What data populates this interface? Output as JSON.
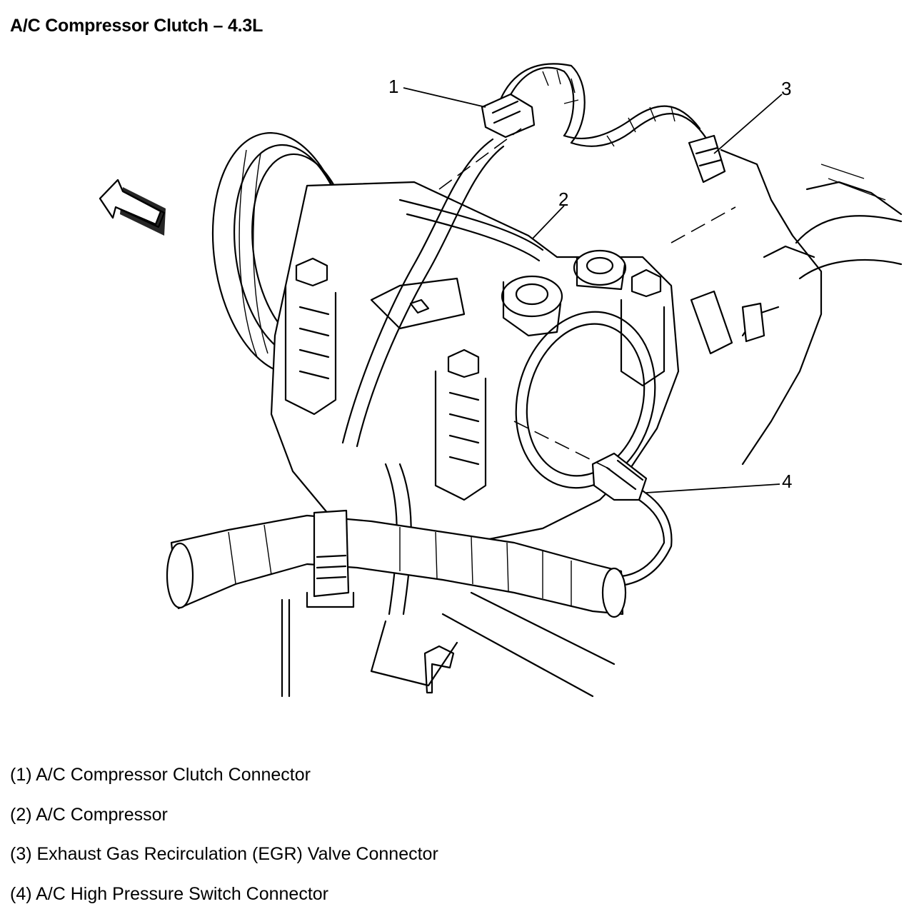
{
  "title": "A/C Compressor Clutch – 4.3L",
  "callouts": [
    {
      "number": "1"
    },
    {
      "number": "2"
    },
    {
      "number": "3"
    },
    {
      "number": "4"
    }
  ],
  "legend": [
    {
      "label": "(1) A/C Compressor Clutch Connector"
    },
    {
      "label": "(2) A/C Compressor"
    },
    {
      "label": "(3) Exhaust Gas Recirculation (EGR) Valve Connector"
    },
    {
      "label": "(4) A/C High Pressure Switch Connector"
    }
  ],
  "icons": {
    "direction_arrow": "front-direction-arrow-icon"
  }
}
